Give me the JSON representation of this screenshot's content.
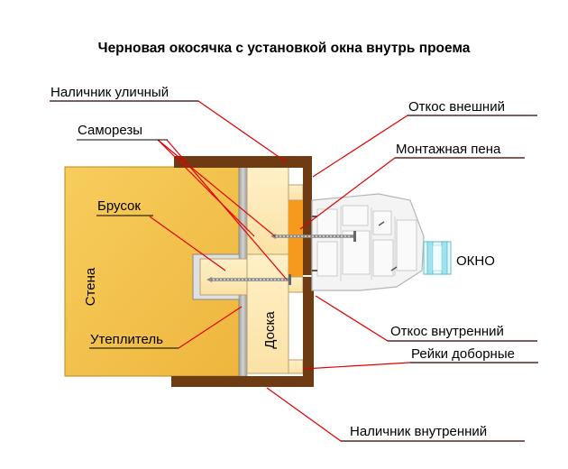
{
  "title": "Черновая окосячка с установкой окна внутрь проема",
  "labels": {
    "outer_trim": "Наличник уличный",
    "outer_slope": "Откос внешний",
    "screws": "Саморезы",
    "foam": "Монтажная пена",
    "bar": "Брусок",
    "window": "ОКНО",
    "wall": "Стена",
    "board": "Доска",
    "insulation": "Утеплитель",
    "inner_slope": "Откос внутренний",
    "strips": "Рейки доборные",
    "inner_trim": "Наличник внутренний"
  },
  "colors": {
    "wall": "#f2c14e",
    "wood_light": "#fde9b8",
    "trim_brown": "#6e3b12",
    "foam": "#f59a1c",
    "insulation_gray": "#b8b8b8",
    "leader_red": "#e00000",
    "screw_gray": "#8a8a8a"
  }
}
